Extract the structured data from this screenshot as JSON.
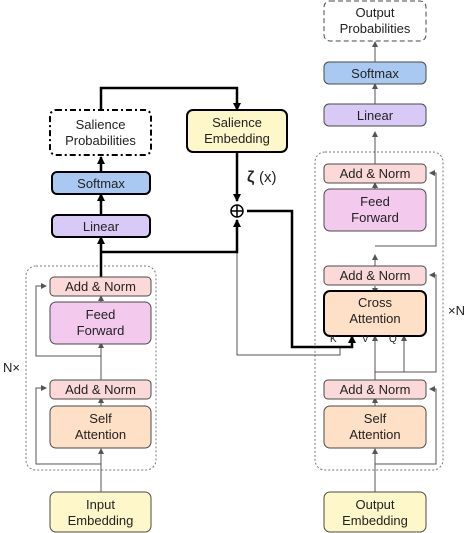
{
  "colors": {
    "embedding": "#fdf7c9",
    "attention": "#fde0c6",
    "addnorm": "#fcd9d9",
    "feedforward": "#f3c9ee",
    "linear": "#d9c9f6",
    "softmax": "#a9c9f3",
    "stroke": "#4a4a4a",
    "arrow": "#000000",
    "thin": "#666666"
  },
  "encoder": {
    "input_embedding": [
      "Input",
      "Embedding"
    ],
    "self_attention": [
      "Self",
      "Attention"
    ],
    "add_norm_1": "Add & Norm",
    "feed_forward": [
      "Feed",
      "Forward"
    ],
    "add_norm_2": "Add & Norm",
    "repeat_label": "N×"
  },
  "salience_head": {
    "linear": "Linear",
    "softmax": "Softmax",
    "probabilities": [
      "Salience",
      "Probabilities"
    ],
    "embedding": [
      "Salience",
      "Embedding"
    ],
    "zeta": "ζ",
    "zeta_arg": "(x)",
    "sum_symbol": "⊕"
  },
  "decoder": {
    "output_embedding": [
      "Output",
      "Embedding"
    ],
    "self_attention": [
      "Self",
      "Attention"
    ],
    "add_norm_1": "Add & Norm",
    "cross_attention": [
      "Cross",
      "Attention"
    ],
    "kvq": [
      "K",
      "V",
      "Q"
    ],
    "add_norm_2": "Add & Norm",
    "feed_forward": [
      "Feed",
      "Forward"
    ],
    "add_norm_3": "Add & Norm",
    "linear": "Linear",
    "softmax": "Softmax",
    "output_probabilities": [
      "Output",
      "Probabilities"
    ],
    "repeat_label": "×N"
  }
}
